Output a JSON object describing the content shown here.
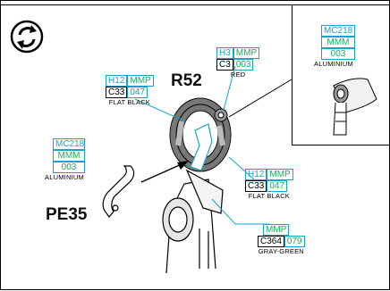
{
  "colors": {
    "line": "#000000",
    "accent_blue": "#1aa3c7",
    "accent_green": "#1faa5c"
  },
  "icons": {
    "assembly": "rotate-arrows-icon"
  },
  "parts": {
    "top": "R52",
    "left": "PE35"
  },
  "callouts": {
    "red": {
      "code1": "H3",
      "code2": "MMP",
      "code3": "C3",
      "code4": "003",
      "caption": "RED"
    },
    "flat_black_top": {
      "code1": "H12",
      "code2": "MMP",
      "code3": "C33",
      "code4": "047",
      "caption": "FLAT BLACK"
    },
    "aluminium_left": {
      "code1": "MC218",
      "code2": "MMM",
      "code3": "003",
      "caption": "ALUMINIUM"
    },
    "flat_black_bottom": {
      "code1": "H12",
      "code2": "MMP",
      "code3": "C33",
      "code4": "047",
      "caption": "FLAT BLACK"
    },
    "gray_green": {
      "code1": "MMP",
      "code2": "C364",
      "code3": "079",
      "caption": "GRAY-GREEN"
    },
    "aluminium_inset": {
      "code1": "MC218",
      "code2": "MMM",
      "code3": "003",
      "caption": "ALUMINIUM"
    }
  }
}
